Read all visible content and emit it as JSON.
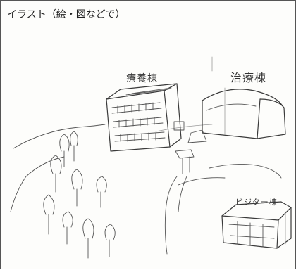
{
  "heading": "イラスト（絵・図などで）",
  "labels": {
    "ryoyo": "療養棟",
    "chiryo": "治療棟",
    "visitor": "ビジター棟"
  }
}
